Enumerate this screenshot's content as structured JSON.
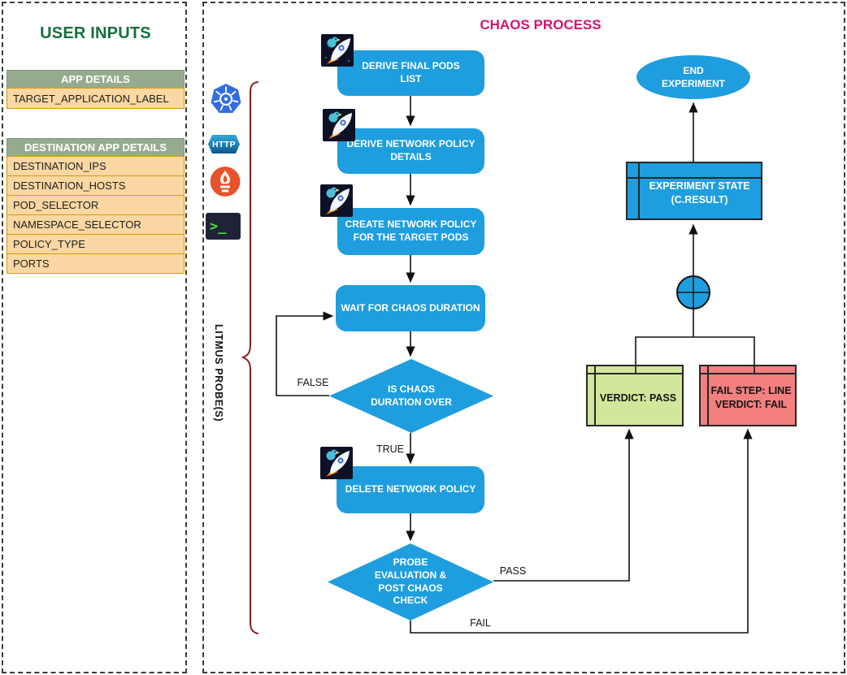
{
  "user_inputs": {
    "title": "USER INPUTS",
    "app_details": {
      "header": "APP DETAILS",
      "rows": [
        "TARGET_APPLICATION_LABEL"
      ]
    },
    "destination_app_details": {
      "header": "DESTINATION APP DETAILS",
      "rows": [
        "DESTINATION_IPS",
        "DESTINATION_HOSTS",
        "POD_SELECTOR",
        "NAMESPACE_SELECTOR",
        "POLICY_TYPE",
        "PORTS"
      ]
    }
  },
  "chaos_process": {
    "title": "CHAOS PROCESS",
    "probe_group_label": "LITMUS PROBE(S)",
    "probe_icons": {
      "kubernetes": "kubernetes-icon",
      "http_label": "HTTP",
      "prometheus": "prometheus-icon",
      "terminal_prompt": ">_",
      "step_marker": "litmus-rocket-icon"
    },
    "nodes": {
      "derive_final_pods": "DERIVE FINAL PODS LIST",
      "derive_network_policy": "DERIVE NETWORK POLICY DETAILS",
      "create_network_policy": "CREATE NETWORK POLICY FOR THE TARGET PODS",
      "wait_for_chaos": "WAIT FOR CHAOS DURATION",
      "is_chaos_duration_over": "IS CHAOS DURATION OVER",
      "delete_network_policy": "DELETE NETWORK POLICY",
      "probe_evaluation": "PROBE EVALUATION & POST CHAOS CHECK",
      "end_experiment": "END EXPERIMENT",
      "experiment_state": "EXPERIMENT STATE (C.RESULT)",
      "verdict_pass": "VERDICT: PASS",
      "fail_step_line1": "FAIL STEP: LINE",
      "fail_step_line2": "VERDICT: FAIL"
    },
    "edge_labels": {
      "false_label": "FALSE",
      "true_label": "TRUE",
      "pass_label": "PASS",
      "fail_label": "FAIL"
    }
  },
  "colors": {
    "process_blue": "#1e9ede",
    "title_green": "#15703d",
    "title_magenta": "#d21570",
    "table_header_sage": "#96ab8e",
    "table_row_orange": "#fbd7a3",
    "table_row_border": "#d79b00",
    "verdict_pass_green": "#d3e79c",
    "verdict_fail_red": "#f47f7f",
    "brace_maroon": "#8b1d1d",
    "kubernetes_blue": "#326ce5",
    "prometheus_orange": "#e6522c"
  }
}
